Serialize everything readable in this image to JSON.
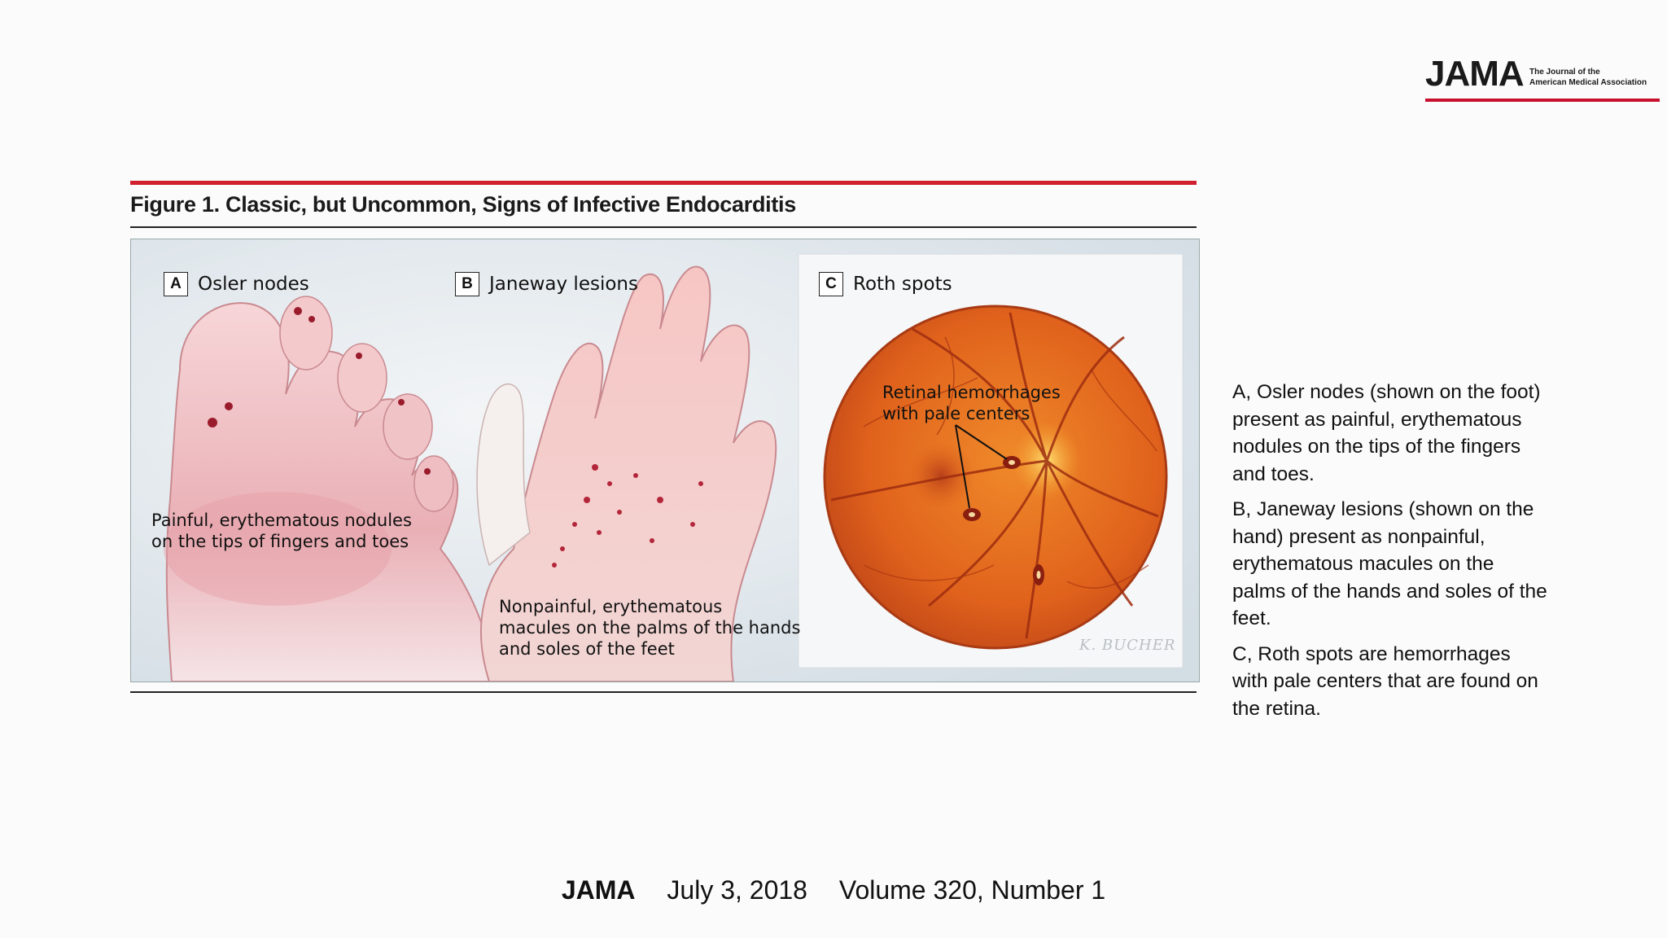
{
  "logo": {
    "wordmark": "JAMA",
    "tagline_line1": "The Journal of the",
    "tagline_line2": "American Medical Association",
    "rule_color": "#c8102e"
  },
  "figure": {
    "title": "Figure 1. Classic, but Uncommon, Signs of Infective Endocarditis",
    "accent_color": "#d0202e",
    "panels": [
      {
        "letter": "A",
        "name": "Osler nodes",
        "caption_lines": [
          "Painful, erythematous nodules",
          "on the tips of fingers and toes"
        ]
      },
      {
        "letter": "B",
        "name": "Janeway lesions",
        "caption_lines": [
          "Nonpainful, erythematous",
          "macules on the palms of the hands",
          "and soles of the feet"
        ]
      },
      {
        "letter": "C",
        "name": "Roth spots",
        "caption_lines": [
          "Retinal hemorrhages",
          "with pale centers"
        ]
      }
    ],
    "signature": "K. BUCHER"
  },
  "description": [
    "A, Osler nodes (shown on the foot) present as painful, erythematous nodules on the tips of the fingers and toes.",
    "B, Janeway lesions (shown on the hand) present as nonpainful, erythematous macules on the palms of the hands and soles of the feet.",
    "C, Roth spots are hemorrhages with pale centers that are found on the retina."
  ],
  "footer": {
    "journal": "JAMA",
    "date": "July 3, 2018",
    "issue": "Volume 320, Number 1"
  }
}
